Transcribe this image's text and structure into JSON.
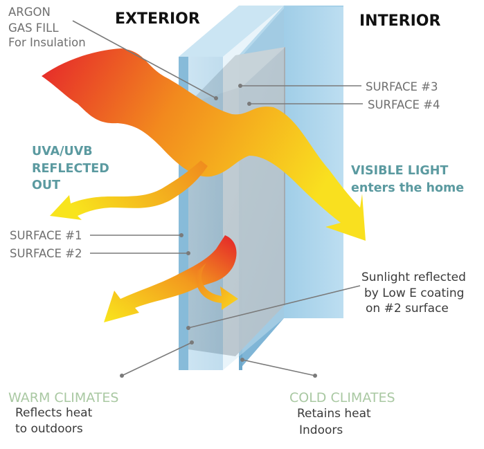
{
  "headings": {
    "exterior": "EXTERIOR",
    "interior": "INTERIOR"
  },
  "argon": {
    "line1": "ARGON",
    "line2": "GAS FILL",
    "line3": "For Insulation"
  },
  "surfaces": {
    "s1": "SURFACE #1",
    "s2": "SURFACE #2",
    "s3": "SURFACE #3",
    "s4": "SURFACE #4"
  },
  "uv": {
    "line1": "UVA/UVB",
    "line2": "REFLECTED",
    "line3": "OUT"
  },
  "visible": {
    "line1": "VISIBLE LIGHT",
    "line2": "enters the home"
  },
  "lowe": {
    "line1": "Sunlight reflected",
    "line2": "by Low E coating",
    "line3": "on #2 surface"
  },
  "warm": {
    "title": "WARM CLIMATES",
    "line1": "Reflects heat",
    "line2": "to outdoors"
  },
  "cold": {
    "title": "COLD CLIMATES",
    "line1": "Retains heat",
    "line2": "Indoors"
  },
  "colors": {
    "glass_edge": "#8fc3df",
    "glass_face": "#b7d9ec",
    "gas_fill": "#a9a9a9",
    "arrow_start": "#e3262a",
    "arrow_end": "#f8e71c",
    "label_teal": "#5b9aa0",
    "label_green": "#a9c8a2"
  }
}
